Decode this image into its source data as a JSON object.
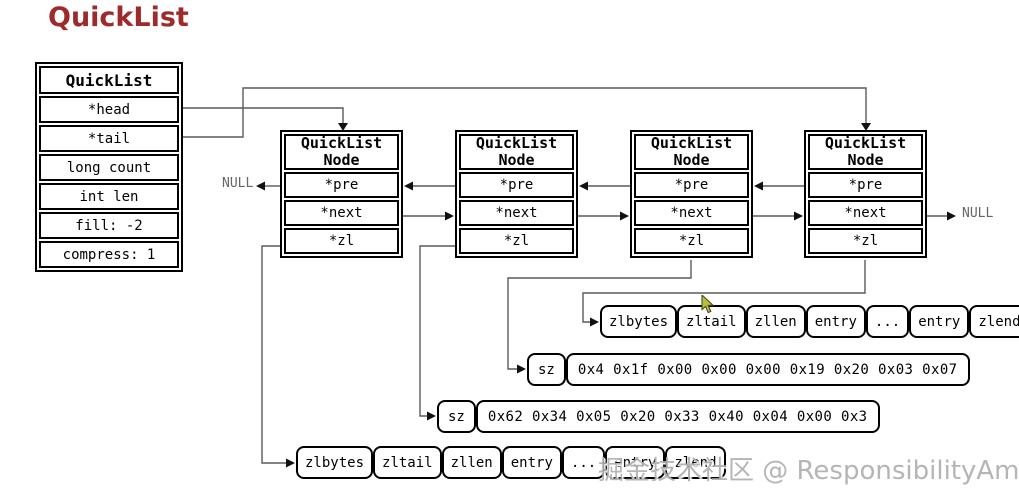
{
  "page": {
    "title": "QuickList"
  },
  "quicklist_table": {
    "header": "QuickList",
    "rows": [
      "*head",
      "*tail",
      "long count",
      "int len",
      "fill: -2",
      "compress: 1"
    ]
  },
  "nodes": [
    {
      "title_line1": "QuickList",
      "title_line2": "Node",
      "rows": [
        "*pre",
        "*next",
        "*zl"
      ]
    },
    {
      "title_line1": "QuickList",
      "title_line2": "Node",
      "rows": [
        "*pre",
        "*next",
        "*zl"
      ]
    },
    {
      "title_line1": "QuickList",
      "title_line2": "Node",
      "rows": [
        "*pre",
        "*next",
        "*zl"
      ]
    },
    {
      "title_line1": "QuickList",
      "title_line2": "Node",
      "rows": [
        "*pre",
        "*next",
        "*zl"
      ]
    }
  ],
  "labels": {
    "null_left": "NULL",
    "null_right": "NULL"
  },
  "ziplist_top": {
    "cells": [
      "zlbytes",
      "zltail",
      "zllen",
      "entry",
      "...",
      "entry",
      "zlend"
    ]
  },
  "sz_rows": [
    {
      "label": "sz",
      "bytes": "0x4 0x1f 0x00 0x00 0x00 0x19 0x20 0x03 0x07"
    },
    {
      "label": "sz",
      "bytes": "0x62 0x34 0x05 0x20 0x33 0x40 0x04 0x00 0x3"
    }
  ],
  "ziplist_bottom": {
    "cells": [
      "zlbytes",
      "zltail",
      "zllen",
      "entry",
      "...",
      "entry",
      "zlend"
    ]
  },
  "watermark": "掘金技术社区 @ ResponsibilityAmbiti",
  "colors": {
    "title": "#9e2a2b",
    "line": "#5a5a5a",
    "border": "#000000",
    "null_text": "#666666",
    "watermark": "#aeaeae",
    "cursor_fill": "#b7c43b"
  }
}
